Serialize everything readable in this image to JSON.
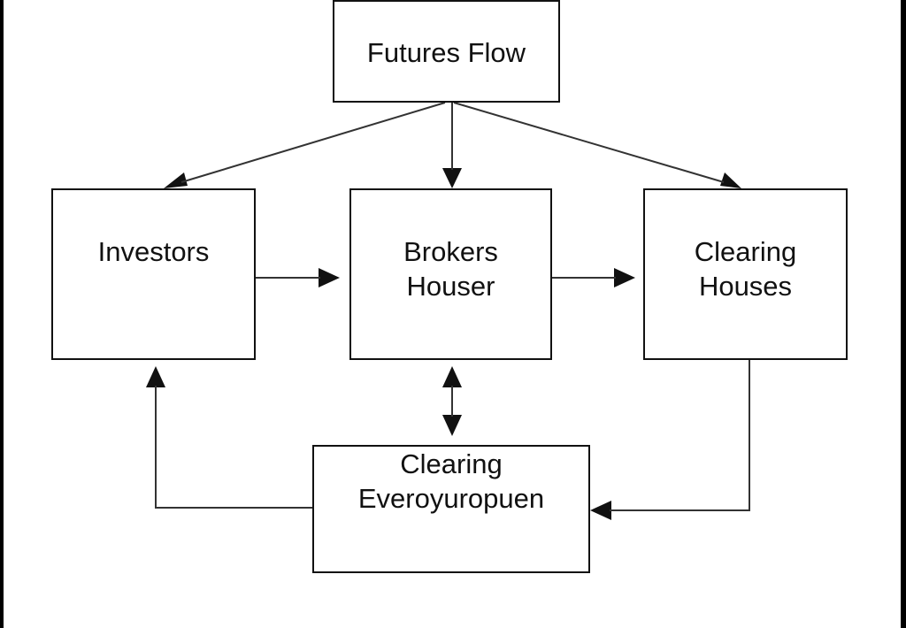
{
  "diagram": {
    "nodes": {
      "title": {
        "line1": "Futures Flow"
      },
      "investors": {
        "line1": "Investors"
      },
      "brokers": {
        "line1": "Brokers",
        "line2": "Houser"
      },
      "clearing_houses": {
        "line1": "Clearing",
        "line2": "Houses"
      },
      "clearing_euro": {
        "line1": "Clearing",
        "line2": "Everoyuropuen"
      }
    },
    "edges": [
      {
        "from": "title",
        "to": "investors"
      },
      {
        "from": "title",
        "to": "brokers"
      },
      {
        "from": "title",
        "to": "clearing_houses"
      },
      {
        "from": "investors",
        "to": "brokers"
      },
      {
        "from": "brokers",
        "to": "clearing_houses"
      },
      {
        "from": "brokers",
        "to": "clearing_euro",
        "bidirectional": true
      },
      {
        "from": "clearing_houses",
        "to": "clearing_euro"
      },
      {
        "from": "clearing_euro",
        "to": "investors"
      }
    ],
    "colors": {
      "line": "#333333",
      "border": "#111111",
      "background": "#ffffff",
      "frame": "#000000"
    }
  }
}
